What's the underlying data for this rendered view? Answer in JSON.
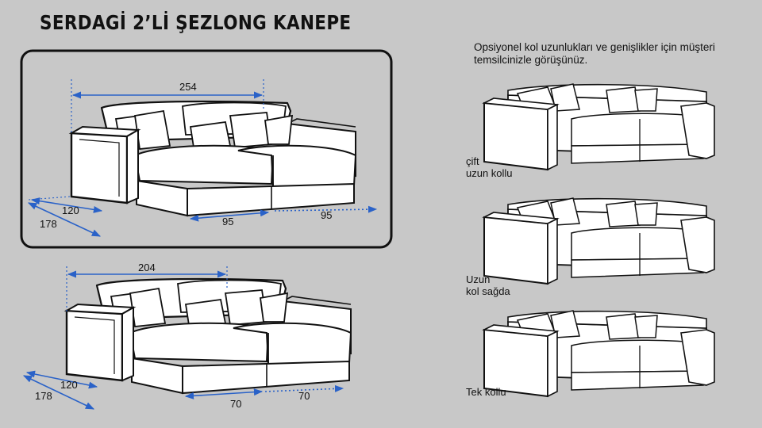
{
  "page": {
    "title": "SERDAGİ 2’Lİ ŞEZLONG KANEPE",
    "note": "Opsiyonel kol uzunlukları ve genişlikler için müşteri temsilcinizle görüşünüz."
  },
  "large_variant": {
    "width": "254",
    "depth_inner": "120",
    "depth_outer": "178",
    "seat_front": "95",
    "seat_chaise": "95"
  },
  "small_variant": {
    "width": "204",
    "depth_inner": "120",
    "depth_outer": "178",
    "seat_front": "70",
    "seat_chaise": "70"
  },
  "options": [
    {
      "line1": "çift",
      "line2": "uzun kollu"
    },
    {
      "line1": "Uzun",
      "line2": "kol sağda"
    },
    {
      "line1": "Tek kollu",
      "line2": ""
    }
  ],
  "colors": {
    "background": "#c8c8c8",
    "line": "#111111",
    "fill": "#ffffff",
    "dimension": "#2a62c8"
  },
  "icons": [
    "sofa-line-art",
    "dimension-arrow"
  ]
}
